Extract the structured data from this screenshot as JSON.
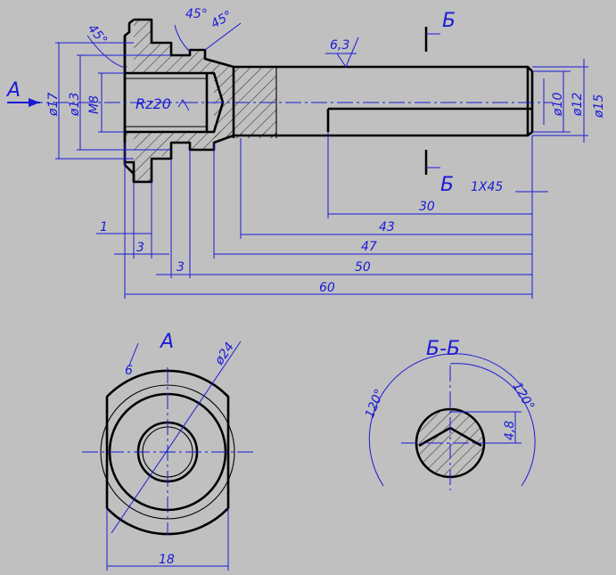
{
  "colors": {
    "background": "#c0c0c0",
    "dimension": "#1a1ad8",
    "outline": "#000000"
  },
  "dims": {
    "d17": "ø17",
    "d13": "ø13",
    "m8": "M8",
    "rz": "Rz20",
    "d10": "ø10",
    "d12": "ø12",
    "d15": "ø15",
    "ang1": "45°",
    "ang2": "45°",
    "ang3": "45°",
    "rough": "6,3",
    "l1": "1",
    "l3a": "3",
    "l3b": "3",
    "l30": "30",
    "l43": "43",
    "l47": "47",
    "l50": "50",
    "l60": "60",
    "chamfer": "1X45",
    "d24": "ø24",
    "r6": "6",
    "w18": "18",
    "a120a": "120°",
    "a120b": "120°",
    "h48": "4,8"
  },
  "views": {
    "view_a": "A",
    "arrow_a": "A",
    "section_b_top": "Б",
    "section_b_bottom": "Б",
    "section_title": "Б-Б"
  }
}
